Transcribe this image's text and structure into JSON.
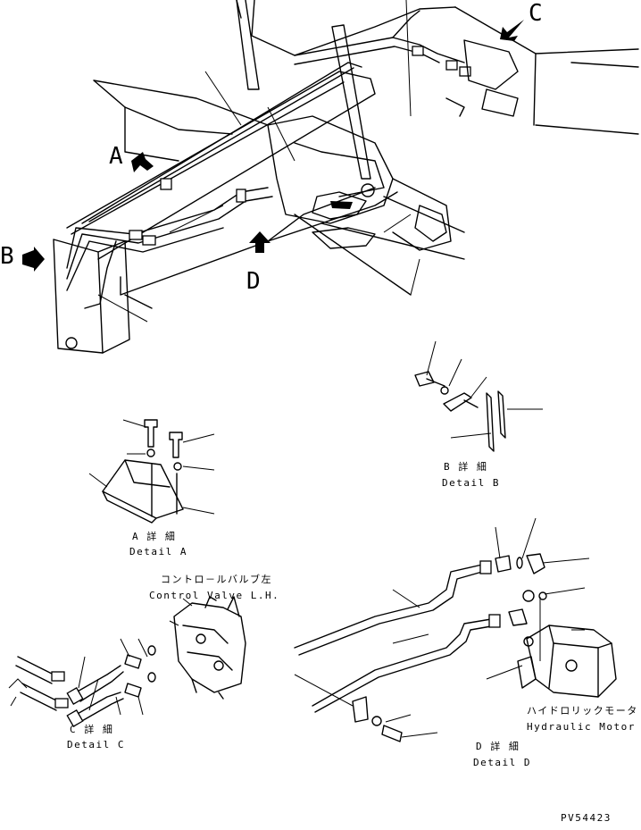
{
  "callouts": {
    "a": "A",
    "b": "B",
    "c": "C",
    "d": "D"
  },
  "details": {
    "b": {
      "jp": "B 詳 細",
      "en": "Detail B"
    },
    "a": {
      "jp": "A 詳 細",
      "en": "Detail A"
    },
    "c": {
      "jp": "C 詳 細",
      "en": "Detail C"
    },
    "d": {
      "jp": "D 詳 細",
      "en": "Detail D"
    }
  },
  "parts": {
    "control_valve_jp": "コントロ－ルバルブ左",
    "control_valve_en": "Control Valve L.H.",
    "hydraulic_motor_jp": "ハイドロリックモータ",
    "hydraulic_motor_en": "Hydraulic Motor"
  },
  "drawing_number": "PV54423"
}
